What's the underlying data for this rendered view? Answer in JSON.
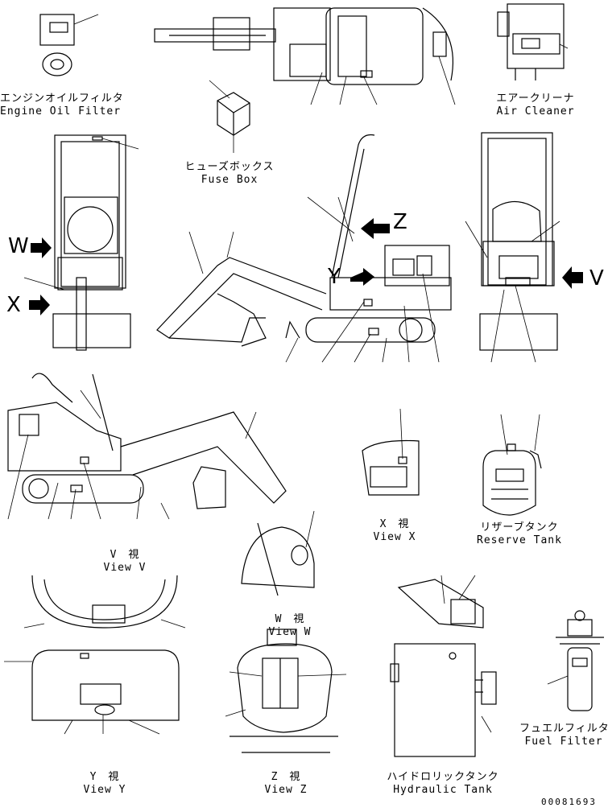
{
  "callouts": {
    "engine_oil_filter_jp": "エンジンオイルフィルタ",
    "engine_oil_filter_en": "Engine Oil Filter",
    "air_cleaner_jp": "エアークリーナ",
    "air_cleaner_en": "Air Cleaner",
    "fuse_box_jp": "ヒューズボックス",
    "fuse_box_en": "Fuse Box",
    "reserve_tank_jp": "リザーブタンク",
    "reserve_tank_en": "Reserve Tank",
    "fuel_filter_jp": "フュエルフィルタ",
    "fuel_filter_en": "Fuel Filter",
    "hydraulic_tank_jp": "ハイドロリックタンク",
    "hydraulic_tank_en": "Hydraulic Tank"
  },
  "views": {
    "view_x_jp": "X　視",
    "view_x_en": "View X",
    "view_v_jp": "V　視",
    "view_v_en": "View V",
    "view_w_jp": "W　視",
    "view_w_en": "View W",
    "view_y_jp": "Y　視",
    "view_y_en": "View Y",
    "view_z_jp": "Z　視",
    "view_z_en": "View Z"
  },
  "arrows": {
    "w": "W",
    "x": "X",
    "y": "Y",
    "z": "Z",
    "v": "V"
  },
  "drawing_code": "00081693"
}
